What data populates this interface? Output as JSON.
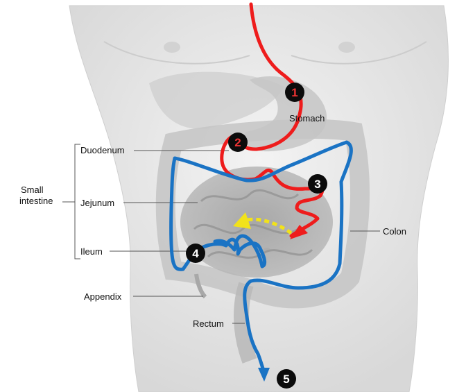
{
  "labels": {
    "stomach": "Stomach",
    "duodenum": "Duodenum",
    "small_intestine_line1": "Small",
    "small_intestine_line2": "intestine",
    "jejunum": "Jejunum",
    "ileum": "Ileum",
    "appendix": "Appendix",
    "rectum": "Rectum",
    "colon": "Colon"
  },
  "markers": [
    "1",
    "2",
    "3",
    "4",
    "5"
  ],
  "colors": {
    "upper_path": "#ee1c1c",
    "lower_path": "#1a73c4",
    "transfer_arrow": "#f2e21a",
    "marker_fill": "#0b0b0b",
    "marker_text": "#ffffff",
    "body": "#e6e6e6",
    "organ": "#bdbdbd"
  }
}
